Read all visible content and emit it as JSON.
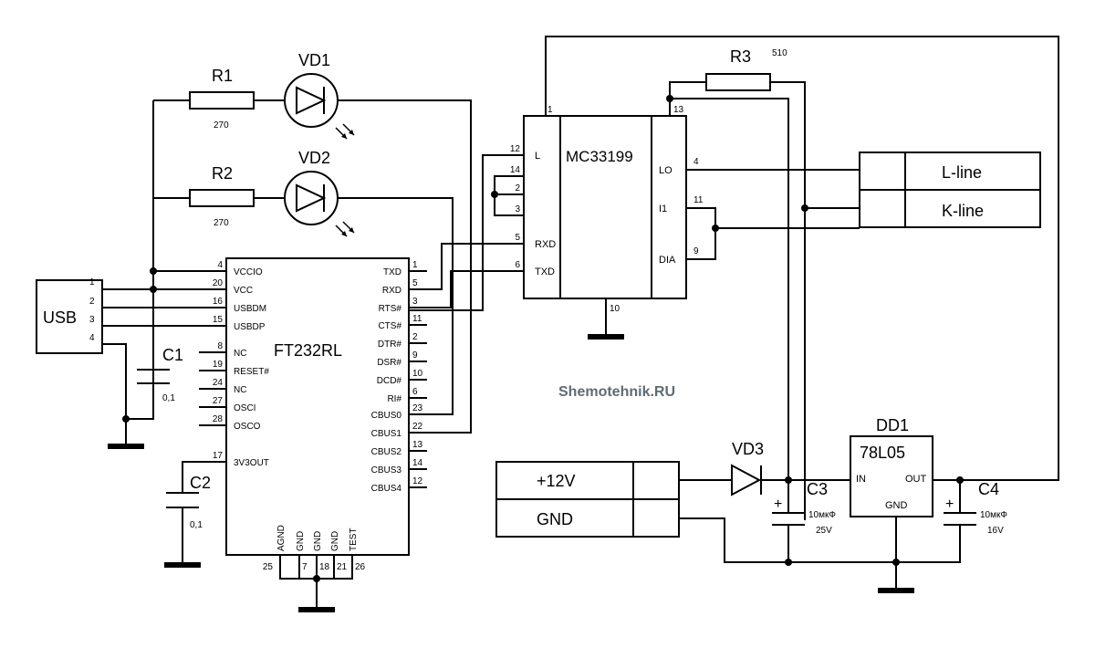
{
  "usb": {
    "label": "USB",
    "pins": [
      "1",
      "2",
      "3",
      "4"
    ]
  },
  "ft232": {
    "name": "FT232RL",
    "left_pins": [
      {
        "num": "4",
        "sig": "VCCIO"
      },
      {
        "num": "20",
        "sig": "VCC"
      },
      {
        "num": "16",
        "sig": "USBDM"
      },
      {
        "num": "15",
        "sig": "USBDP"
      },
      {
        "num": "8",
        "sig": "NC"
      },
      {
        "num": "19",
        "sig": "RESET#"
      },
      {
        "num": "24",
        "sig": "NC"
      },
      {
        "num": "27",
        "sig": "OSCI"
      },
      {
        "num": "28",
        "sig": "OSCO"
      },
      {
        "num": "17",
        "sig": "3V3OUT"
      }
    ],
    "right_pins": [
      {
        "num": "1",
        "sig": "TXD"
      },
      {
        "num": "5",
        "sig": "RXD"
      },
      {
        "num": "3",
        "sig": "RTS#"
      },
      {
        "num": "11",
        "sig": "CTS#"
      },
      {
        "num": "2",
        "sig": "DTR#"
      },
      {
        "num": "9",
        "sig": "DSR#"
      },
      {
        "num": "10",
        "sig": "DCD#"
      },
      {
        "num": "6",
        "sig": "RI#"
      },
      {
        "num": "23",
        "sig": "CBUS0"
      },
      {
        "num": "22",
        "sig": "CBUS1"
      },
      {
        "num": "13",
        "sig": "CBUS2"
      },
      {
        "num": "14",
        "sig": "CBUS3"
      },
      {
        "num": "12",
        "sig": "CBUS4"
      }
    ],
    "bottom_pins": [
      {
        "num": "25",
        "sig": "AGND"
      },
      {
        "num": "7",
        "sig": "GND"
      },
      {
        "num": "18",
        "sig": "GND"
      },
      {
        "num": "21",
        "sig": "GND"
      },
      {
        "num": "26",
        "sig": "TEST"
      }
    ]
  },
  "mc33199": {
    "name": "MC33199",
    "left_pins": [
      {
        "num": "12",
        "sig": "L"
      },
      {
        "num": "14",
        "sig": ""
      },
      {
        "num": "2",
        "sig": ""
      },
      {
        "num": "3",
        "sig": ""
      },
      {
        "num": "5",
        "sig": "RXD"
      },
      {
        "num": "6",
        "sig": "TXD"
      }
    ],
    "right_pins": [
      {
        "num": "4",
        "sig": "LO"
      },
      {
        "num": "11",
        "sig": "I1"
      },
      {
        "num": "9",
        "sig": "DIA"
      }
    ],
    "top_pins": [
      "1",
      "13"
    ],
    "bottom_pin": "10"
  },
  "resistors": [
    {
      "ref": "R1",
      "value": "270"
    },
    {
      "ref": "R2",
      "value": "270"
    },
    {
      "ref": "R3",
      "value": "510"
    }
  ],
  "leds": [
    {
      "ref": "VD1"
    },
    {
      "ref": "VD2"
    }
  ],
  "caps": [
    {
      "ref": "C1",
      "value": "0,1"
    },
    {
      "ref": "C2",
      "value": "0,1"
    },
    {
      "ref": "C3",
      "value": "10мкФ",
      "voltage": "25V"
    },
    {
      "ref": "C4",
      "value": "10мкФ",
      "voltage": "16V"
    }
  ],
  "diode": {
    "ref": "VD3"
  },
  "regulator": {
    "ref": "DD1",
    "name": "78L05",
    "pin_in": "IN",
    "pin_out": "OUT",
    "pin_gnd": "GND"
  },
  "connectors": {
    "power": [
      "+12V",
      "GND"
    ],
    "obd": [
      "L-line",
      "K-line"
    ]
  },
  "plus_sign": "+",
  "watermark": "Shemotehnik.RU"
}
